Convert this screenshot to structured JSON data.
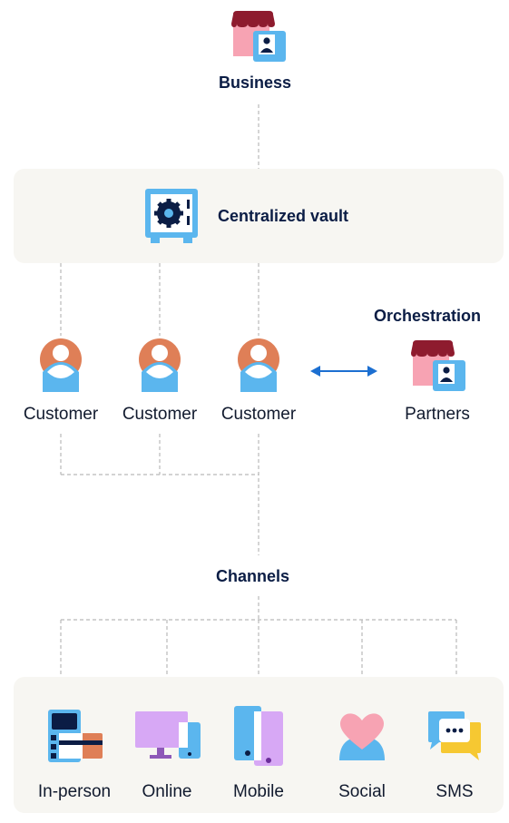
{
  "business": {
    "label": "Business",
    "icon": "storefront-icon"
  },
  "vault": {
    "label": "Centralized vault",
    "icon": "vault-icon"
  },
  "customers": [
    {
      "label": "Customer",
      "icon": "customer-icon"
    },
    {
      "label": "Customer",
      "icon": "customer-icon"
    },
    {
      "label": "Customer",
      "icon": "customer-icon"
    }
  ],
  "orchestration": {
    "label": "Orchestration"
  },
  "partners": {
    "label": "Partners",
    "icon": "storefront-icon"
  },
  "channels": {
    "title": "Channels",
    "items": [
      {
        "label": "In-person",
        "icon": "card-terminal-icon"
      },
      {
        "label": "Online",
        "icon": "desktop-icon"
      },
      {
        "label": "Mobile",
        "icon": "mobile-phone-icon"
      },
      {
        "label": "Social",
        "icon": "social-heart-icon"
      },
      {
        "label": "SMS",
        "icon": "chat-bubble-icon"
      }
    ]
  },
  "colors": {
    "navy": "#0b1d45",
    "panel": "#f7f6f2",
    "awning_red": "#8e1b2e",
    "store_pink": "#f7a3b3",
    "blue": "#5bb6ee",
    "orange": "#df7f57",
    "lavender": "#d7a8f5",
    "gold": "#f6c832",
    "arrow_blue": "#1c6fd1",
    "connector_gray": "#b9b9b9"
  }
}
